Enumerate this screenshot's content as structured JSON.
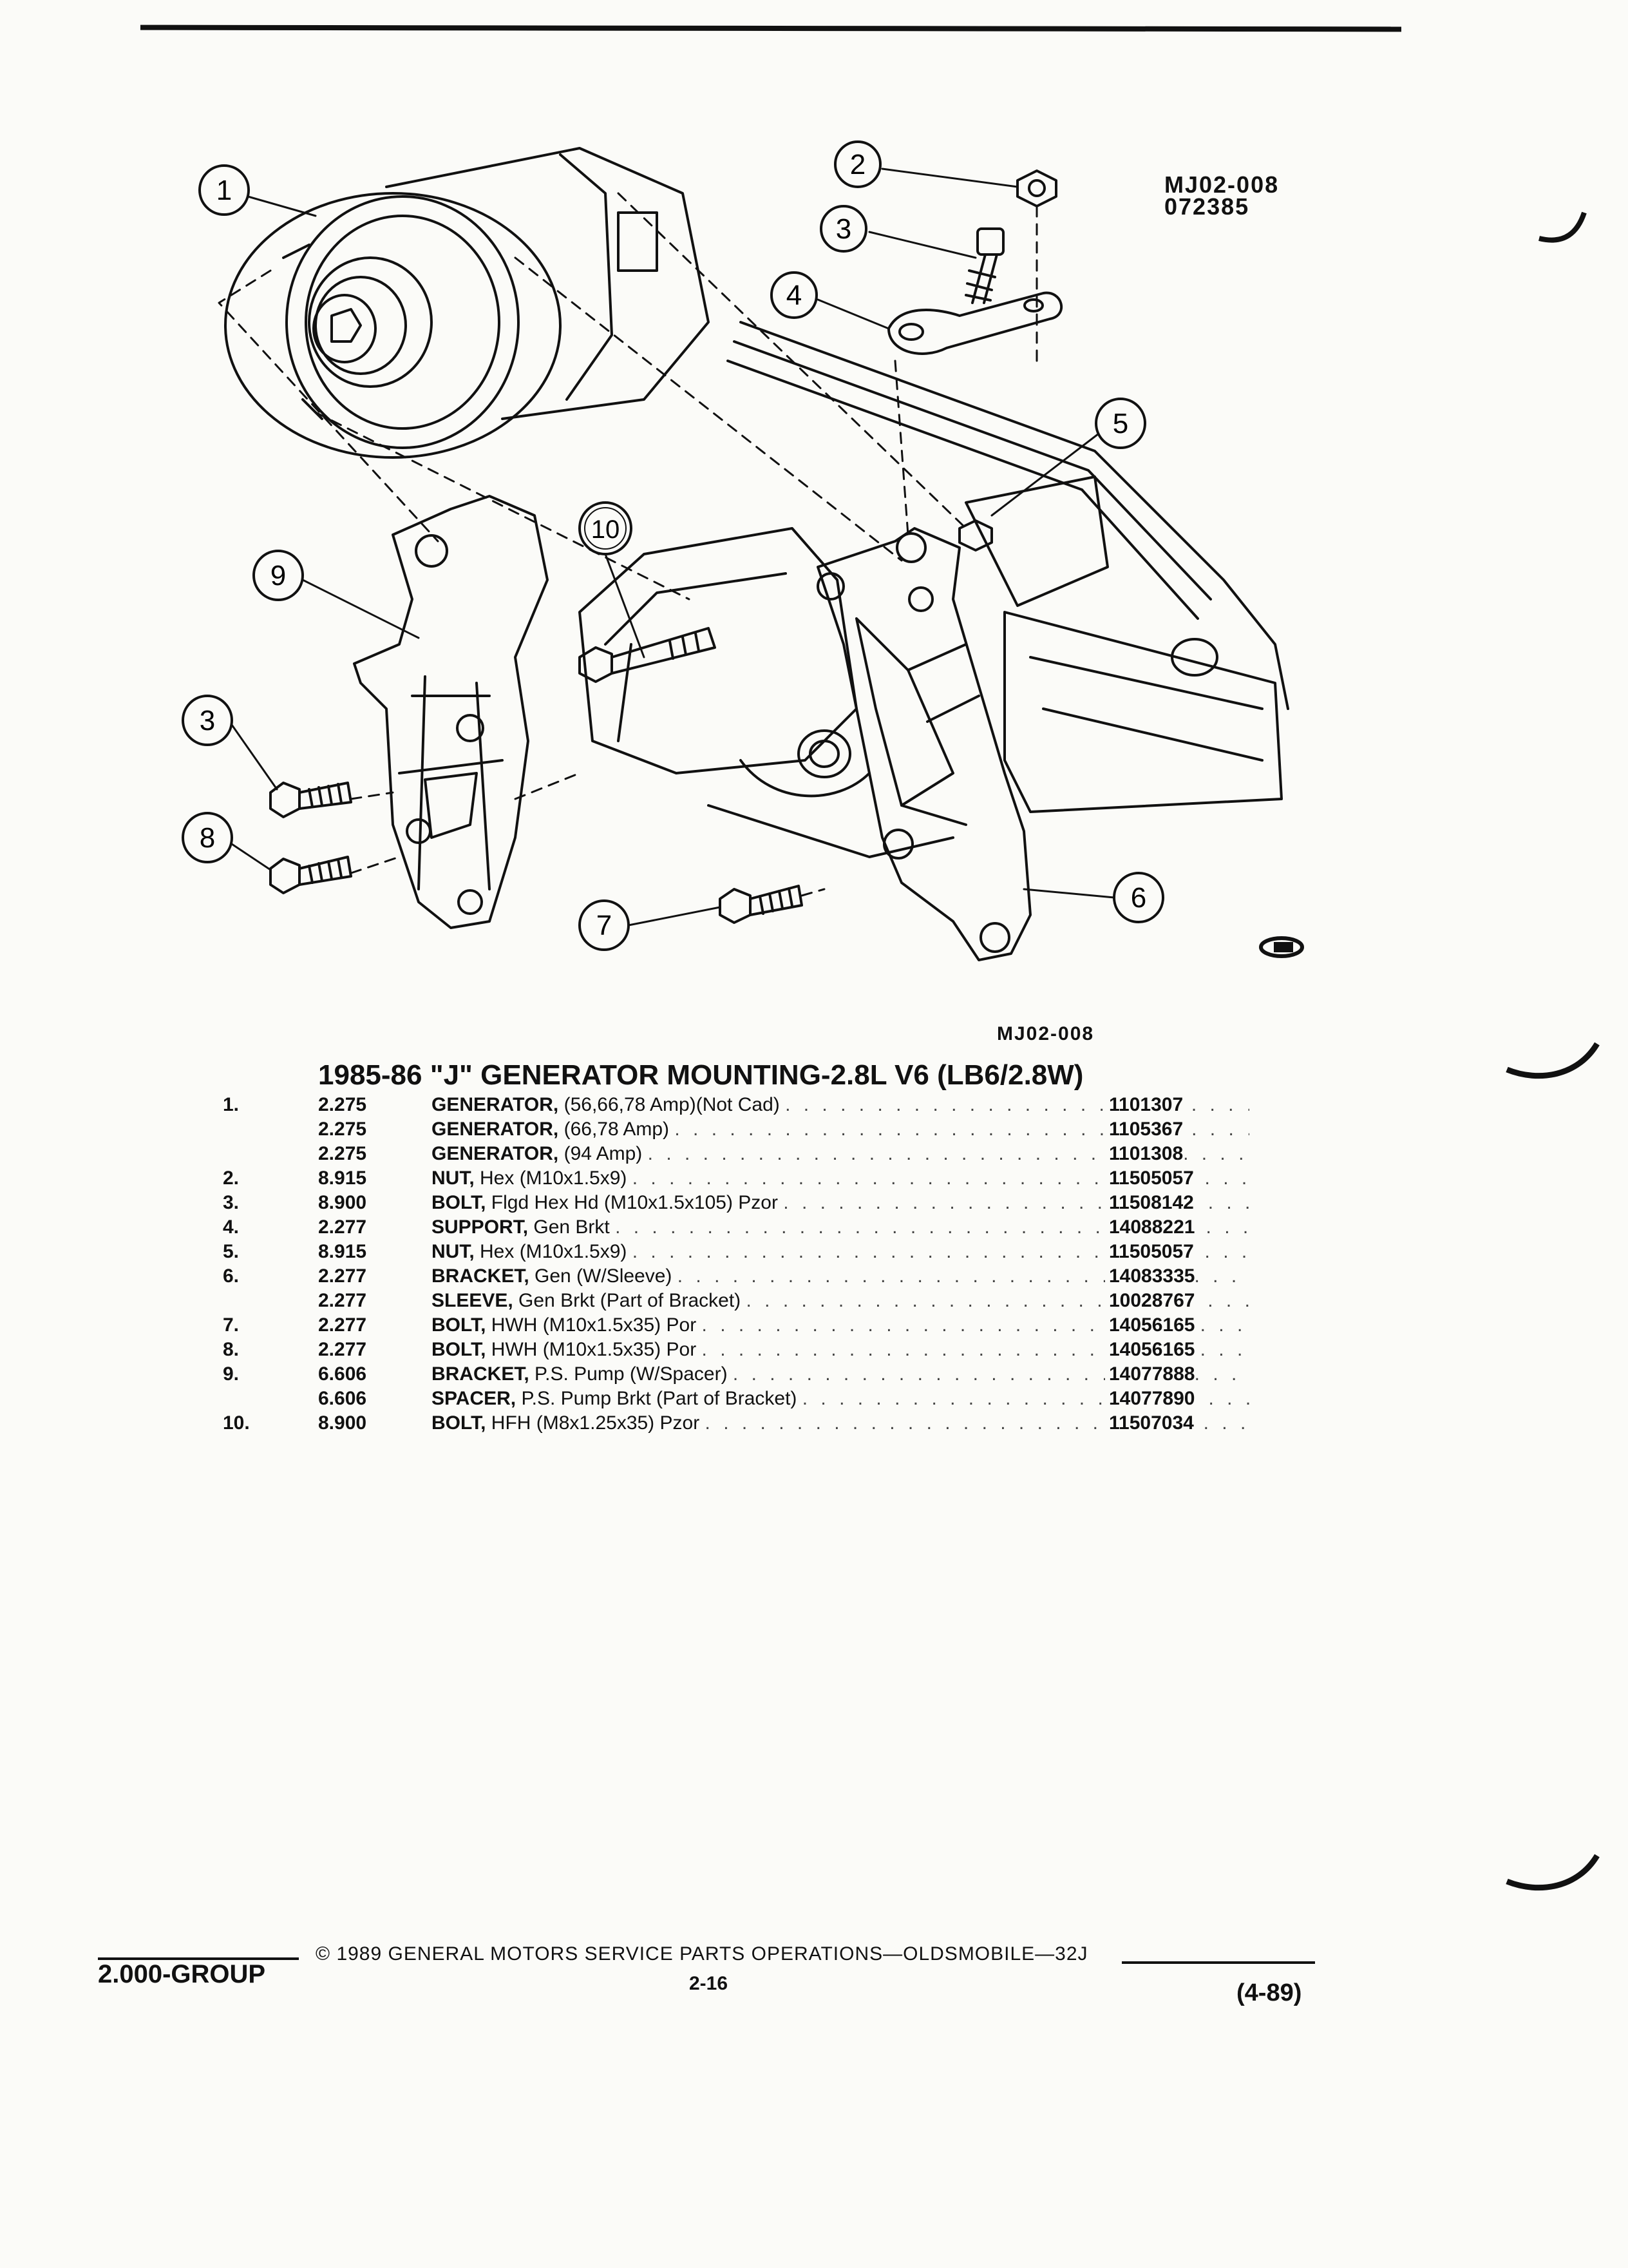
{
  "document": {
    "diagram_code": "MJ02-008",
    "diagram_date": "072385",
    "figure_code": "MJ02-008",
    "heading": "1985-86 \"J\" GENERATOR MOUNTING-2.8L V6 (LB6/2.8W)",
    "callouts": [
      "1",
      "2",
      "3",
      "4",
      "5",
      "6",
      "7",
      "8",
      "9",
      "10",
      "3"
    ],
    "parts": [
      {
        "idx": "1.",
        "group": "2.275",
        "name": "GENERATOR,",
        "desc": " (56,66,78 Amp)(Not Cad)",
        "pn": "1101307"
      },
      {
        "idx": "",
        "group": "2.275",
        "name": "GENERATOR,",
        "desc": " (66,78 Amp)",
        "pn": "1105367"
      },
      {
        "idx": "",
        "group": "2.275",
        "name": "GENERATOR,",
        "desc": " (94 Amp)",
        "pn": "1101308"
      },
      {
        "idx": "2.",
        "group": "8.915",
        "name": "NUT,",
        "desc": " Hex (M10x1.5x9)",
        "pn": "11505057"
      },
      {
        "idx": "3.",
        "group": "8.900",
        "name": "BOLT,",
        "desc": " Flgd Hex Hd (M10x1.5x105) Pzor",
        "pn": "11508142"
      },
      {
        "idx": "4.",
        "group": "2.277",
        "name": "SUPPORT,",
        "desc": " Gen Brkt",
        "pn": "14088221"
      },
      {
        "idx": "5.",
        "group": "8.915",
        "name": "NUT,",
        "desc": " Hex (M10x1.5x9)",
        "pn": "11505057"
      },
      {
        "idx": "6.",
        "group": "2.277",
        "name": "BRACKET,",
        "desc": " Gen (W/Sleeve)",
        "pn": "14083335"
      },
      {
        "idx": "",
        "group": "2.277",
        "name": "SLEEVE,",
        "desc": " Gen Brkt (Part of Bracket)",
        "pn": "10028767"
      },
      {
        "idx": "7.",
        "group": "2.277",
        "name": "BOLT,",
        "desc": " HWH (M10x1.5x35) Por",
        "pn": "14056165"
      },
      {
        "idx": "8.",
        "group": "2.277",
        "name": "BOLT,",
        "desc": " HWH (M10x1.5x35) Por",
        "pn": "14056165"
      },
      {
        "idx": "9.",
        "group": "6.606",
        "name": "BRACKET,",
        "desc": " P.S. Pump (W/Spacer)",
        "pn": "14077888"
      },
      {
        "idx": "",
        "group": "6.606",
        "name": "SPACER,",
        "desc": " P.S. Pump Brkt (Part of Bracket)",
        "pn": "14077890"
      },
      {
        "idx": "10.",
        "group": "8.900",
        "name": "BOLT,",
        "desc": " HFH (M8x1.25x35) Pzor",
        "pn": "11507034"
      }
    ]
  },
  "footer": {
    "group": "2.000-GROUP",
    "copyright": "© 1989 GENERAL MOTORS SERVICE PARTS OPERATIONS—OLDSMOBILE—32J",
    "page": "2-16",
    "date": "(4-89)"
  }
}
